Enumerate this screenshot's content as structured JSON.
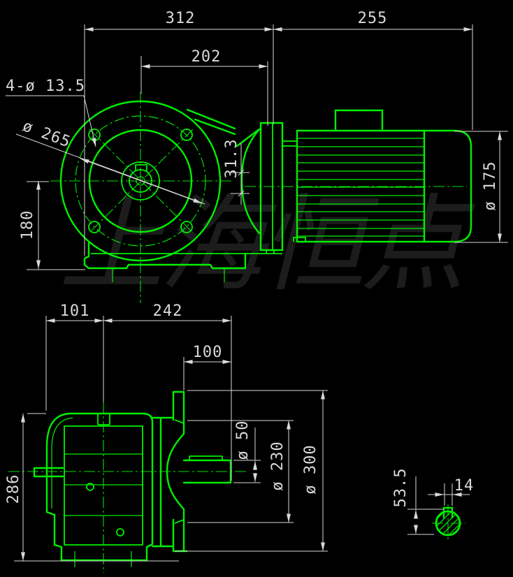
{
  "colors": {
    "background": "#000000",
    "line_green": "#00f000",
    "dimension_gray": "#d9d9d9",
    "watermark": "#1c1c1c"
  },
  "watermark": {
    "text": "上海恒点"
  },
  "front_view": {
    "dims": {
      "overall_width": "312",
      "motor_width": "255",
      "flange_width": "202",
      "bolt_holes": "4-ø 13.5",
      "bolt_circle_dia": "ø 265",
      "base_height": "180",
      "axis_offset": "31.3",
      "motor_dia": "ø 175"
    }
  },
  "side_view": {
    "dims": {
      "body_width": "101",
      "extension_width": "242",
      "shaft_length": "100",
      "overall_height": "286",
      "shaft_dia": "ø 50",
      "spigot_dia": "ø 230",
      "flange_dia": "ø 300"
    }
  },
  "shaft_section": {
    "dims": {
      "keyway_height": "53.5",
      "keyway_width": "14"
    }
  }
}
